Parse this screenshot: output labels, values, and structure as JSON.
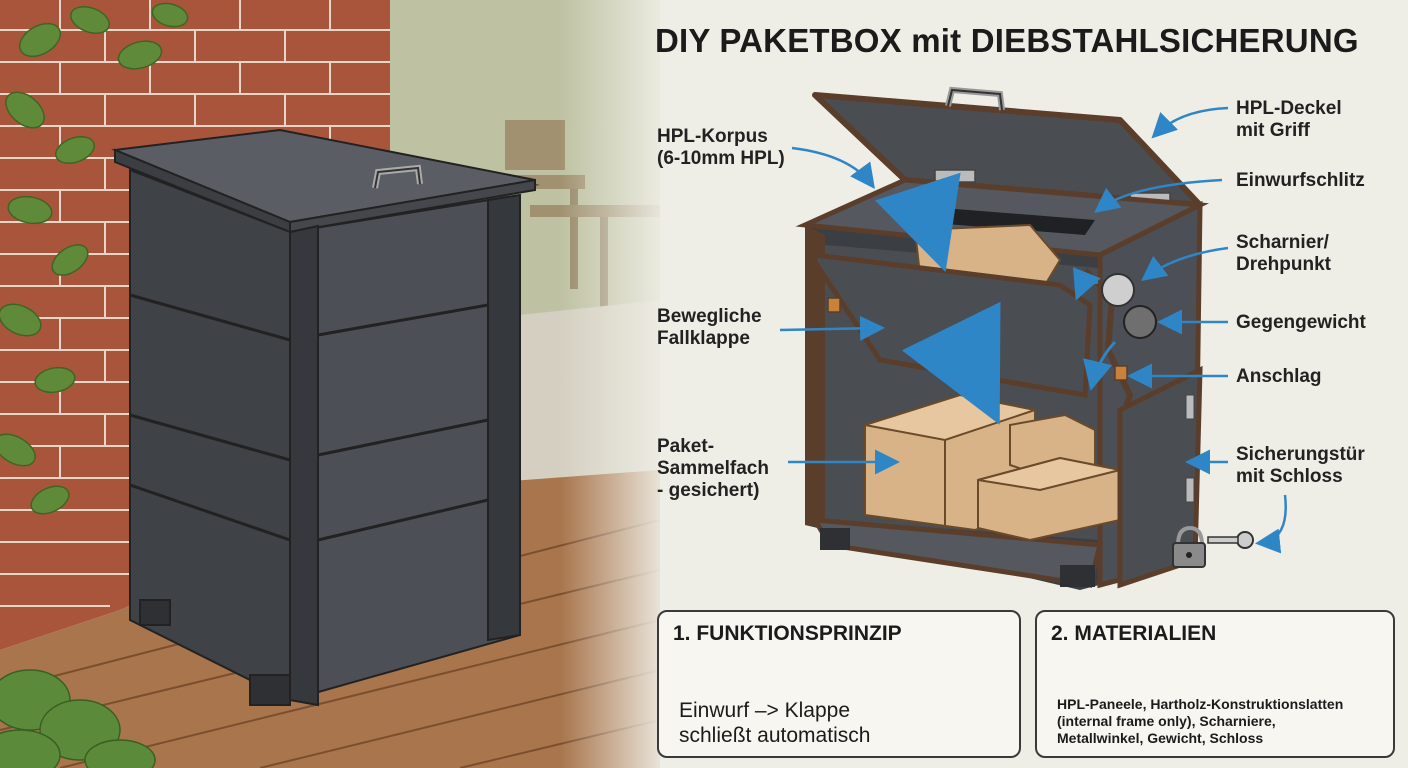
{
  "title": "DIY PAKETBOX mit DIEBSTAHLSICHERUNG",
  "labels": {
    "korpus": "HPL-Korpus\n(6-10mm HPL)",
    "klappe": "Bewegliche\nFallklappe",
    "sammelfach": "Paket-\nSammelfach\n- gesichert)",
    "deckel": "HPL-Deckel\nmit Griff",
    "einwurf": "Einwurfschlitz",
    "scharnier": "Scharnier/\nDrehpunkt",
    "gegengewicht": "Gegengewicht",
    "anschlag": "Anschlag",
    "tuer": "Sicherungstür\nmit Schloss"
  },
  "panels": {
    "funktion": {
      "heading": "1. FUNKTIONSPRINZIP",
      "caption": "Einwurf –> Klappe\nschließt automatisch"
    },
    "materialien": {
      "heading": "2. MATERIALIEN",
      "caption": "HPL-Paneele, Hartholz-Konstruktionslatten\n(internal frame only), Scharniere,\nMetallwinkel, Gewicht, Schloss"
    }
  },
  "colors": {
    "hpl": "#4a4d52",
    "hpl_dark": "#35383c",
    "frame": "#5a3e2b",
    "cardboard": "#d8b388",
    "arrow": "#2f86c6",
    "brick": "#a9553c",
    "deck": "#a8754c"
  }
}
